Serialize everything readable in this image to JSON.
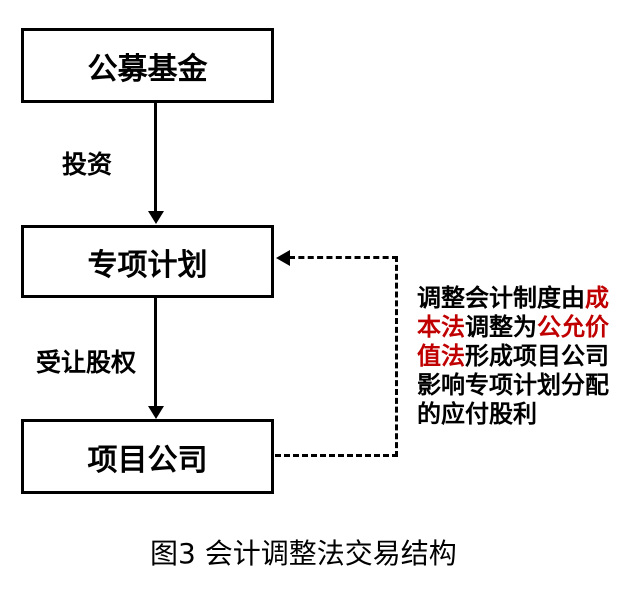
{
  "colors": {
    "black": "#000000",
    "red": "#C00000",
    "background": "#FFFFFF"
  },
  "diagram": {
    "nodes": [
      {
        "id": "public-fund",
        "label": "公募基金"
      },
      {
        "id": "special-plan",
        "label": "专项计划"
      },
      {
        "id": "project-company",
        "label": "项目公司"
      }
    ],
    "edges": [
      {
        "from": "public-fund",
        "to": "special-plan",
        "label": "投资",
        "style": "solid-arrow"
      },
      {
        "from": "special-plan",
        "to": "project-company",
        "label": "受让股权",
        "style": "solid-arrow"
      },
      {
        "from": "project-company",
        "to": "special-plan",
        "label": "",
        "style": "dashed-arrow"
      }
    ],
    "annotation": {
      "full_text": "调整会计制度由成本法调整为公允价值法形成项目公司影响专项计划分配的应付股利",
      "lines": [
        [
          {
            "text": "调整会计制度由",
            "color": "black"
          },
          {
            "text": "成",
            "color": "red"
          }
        ],
        [
          {
            "text": "本法",
            "color": "red"
          },
          {
            "text": "调整为",
            "color": "black"
          },
          {
            "text": "公允价",
            "color": "red"
          }
        ],
        [
          {
            "text": "值法",
            "color": "red"
          },
          {
            "text": "形成项目公司",
            "color": "black"
          }
        ],
        [
          {
            "text": "影响专项计划分配",
            "color": "black"
          }
        ],
        [
          {
            "text": "的应付股利",
            "color": "black"
          }
        ]
      ]
    },
    "caption": "图3 会计调整法交易结构"
  }
}
